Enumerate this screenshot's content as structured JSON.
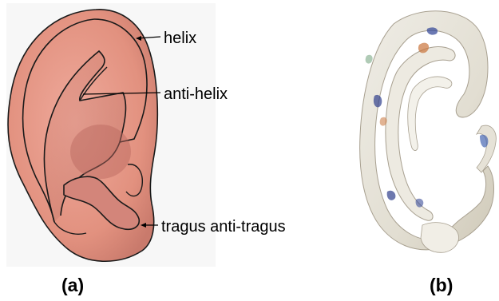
{
  "figure": {
    "panel_a": {
      "caption": "(a)",
      "labels": {
        "helix": "helix",
        "antihelix": "anti-helix",
        "tragus": "tragus anti-tragus"
      }
    },
    "panel_b": {
      "caption": "(b)"
    }
  },
  "colors": {
    "skin": "#E89A8C",
    "skin_shadow": "#B86C63",
    "outline": "#111111",
    "cartilage": "#E8E4DA",
    "stain_blue": "#3A4C9A",
    "stain_orange": "#C9743A"
  }
}
